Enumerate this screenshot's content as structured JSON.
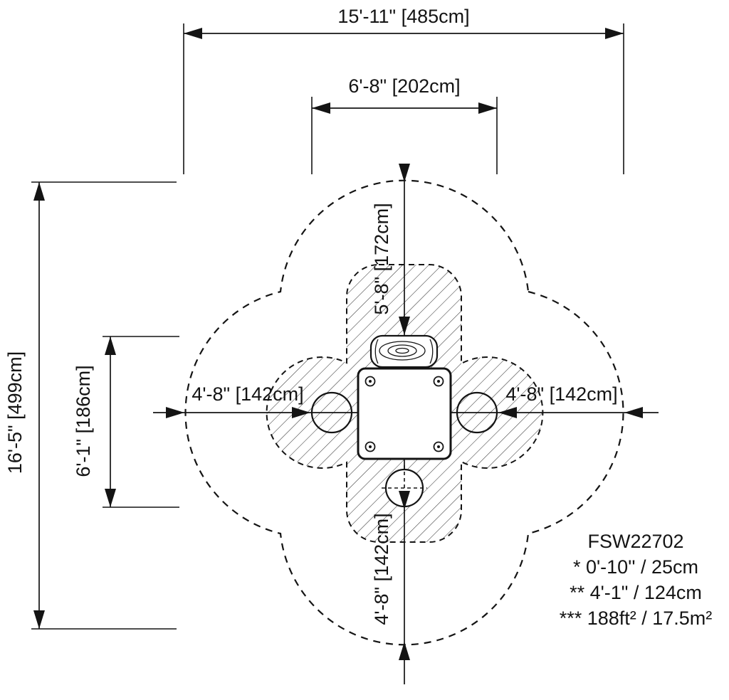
{
  "title": "FSW22702",
  "dims": {
    "zone_width": "15'-11\" [485cm]",
    "inner_width": "6'-8\" [202cm]",
    "zone_height": "16'-5\" [499cm]",
    "equipment_height": "6'-1\" [186cm]",
    "top_offset": "5'-8\" [172cm]",
    "left_offset": "4'-8\" [142cm]",
    "right_offset": "4'-8\" [142cm]",
    "bottom_offset": "4'-8\" [142cm]"
  },
  "legend": {
    "model": "FSW22702",
    "note1": "* 0'-10'' / 25cm",
    "note2": "** 4'-1\" / 124cm",
    "note3": "*** 188ft² / 17.5m²"
  }
}
